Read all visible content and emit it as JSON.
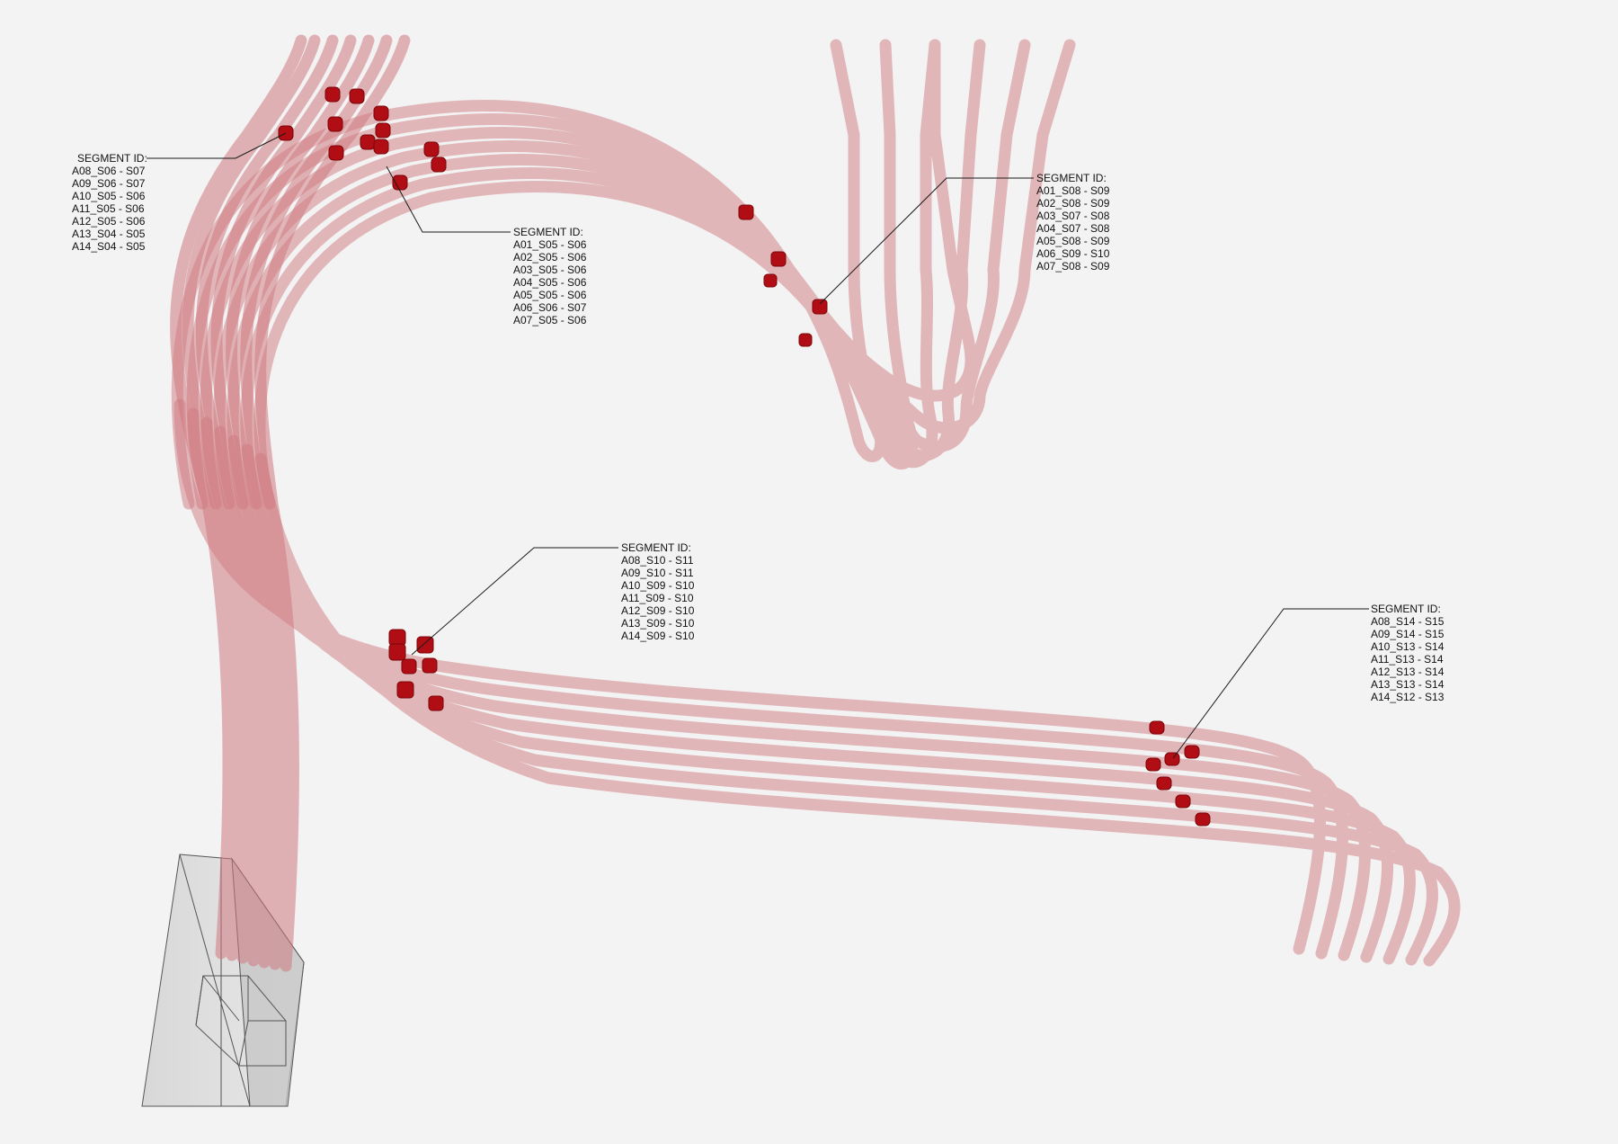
{
  "callouts": [
    {
      "id": "left-top",
      "heading": "SEGMENT ID:",
      "segments": [
        "A08_S06 - S07",
        "A09_S06 - S07",
        "A10_S05 - S06",
        "A11_S05 - S06",
        "A12_S05 - S06",
        "A13_S04 - S05",
        "A14_S04 - S05"
      ]
    },
    {
      "id": "center-top",
      "heading": "SEGMENT ID:",
      "segments": [
        "A01_S05 - S06",
        "A02_S05 - S06",
        "A03_S05 - S06",
        "A04_S05 - S06",
        "A05_S05 - S06",
        "A06_S06 - S07",
        "A07_S05 - S06"
      ]
    },
    {
      "id": "right-top",
      "heading": "SEGMENT ID:",
      "segments": [
        "A01_S08 - S09",
        "A02_S08 - S09",
        "A03_S07 - S08",
        "A04_S07 - S08",
        "A05_S08 - S09",
        "A06_S09 - S10",
        "A07_S08 - S09"
      ]
    },
    {
      "id": "middle",
      "heading": "SEGMENT ID:",
      "segments": [
        "A08_S10 - S11",
        "A09_S10 - S11",
        "A10_S09 - S10",
        "A11_S09 - S10",
        "A12_S09 - S10",
        "A13_S09 - S10",
        "A14_S09 - S10"
      ]
    },
    {
      "id": "right-bottom",
      "heading": "SEGMENT ID:",
      "segments": [
        "A08_S14 - S15",
        "A09_S14 - S15",
        "A10_S13 - S14",
        "A11_S13 - S14",
        "A12_S13 - S14",
        "A13_S13 - S14",
        "A14_S12 - S13"
      ]
    }
  ],
  "colors": {
    "background": "#f3f3f3",
    "tube": "#d9868b",
    "marker": "#b10d14",
    "box": "#d8d8d8"
  }
}
